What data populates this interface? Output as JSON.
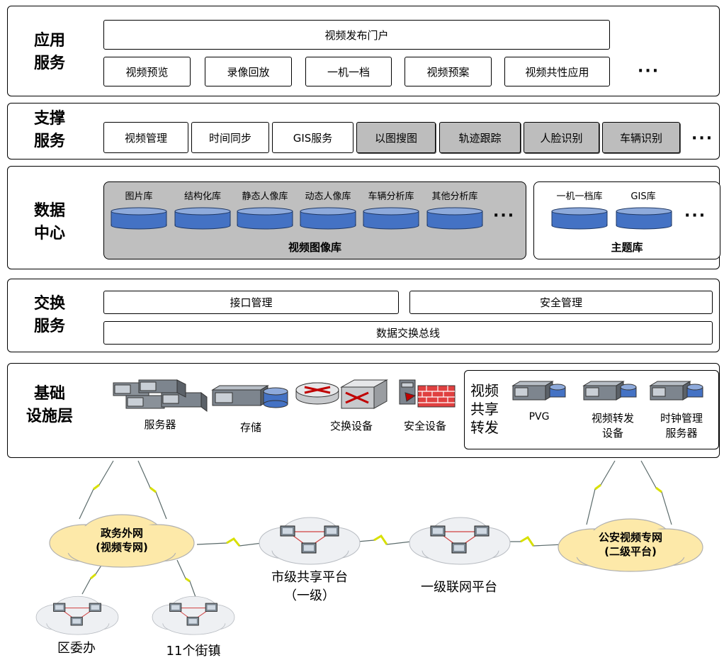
{
  "layers": {
    "app": {
      "label": "应用\n服务",
      "portal": "视频发布门户",
      "items": [
        "视频预览",
        "录像回放",
        "一机一档",
        "视频预案",
        "视频共性应用"
      ],
      "more": "···"
    },
    "support": {
      "label": "支撑\n服务",
      "items": [
        "视频管理",
        "时间同步",
        "GIS服务",
        "以图搜图",
        "轨迹跟踪",
        "人脸识别",
        "车辆识别"
      ],
      "more": "···"
    },
    "data": {
      "label": "数据\n中心",
      "video_lib": {
        "title": "视频图像库",
        "dbs": [
          "图片库",
          "结构化库",
          "静态人像库",
          "动态人像库",
          "车辆分析库",
          "其他分析库"
        ],
        "more": "···"
      },
      "theme_lib": {
        "title": "主题库",
        "dbs": [
          "一机一档库",
          "GIS库"
        ],
        "more": "···"
      }
    },
    "exchange": {
      "label": "交换\n服务",
      "interface": "接口管理",
      "security": "安全管理",
      "bus": "数据交换总线"
    },
    "infra": {
      "label": "基础\n设施层",
      "devices": [
        "服务器",
        "存储",
        "交换设备",
        "安全设备"
      ],
      "share": {
        "title": "视频\n共享\n转发",
        "devices": [
          "PVG",
          "视频转发\n设备",
          "时钟管理\n服务器"
        ]
      }
    }
  },
  "network": {
    "gov_cloud": "政务外网\n(视频专网)",
    "police_cloud": "公安视频专网\n(二级平台)",
    "city_platform": "市级共享平台\n（一级）",
    "level1_platform": "一级联网平台",
    "district_office": "区委办",
    "streets": "11个街镇"
  },
  "colors": {
    "db_blue": "#4472c4",
    "gray_panel": "#bfbfbf",
    "cloud_yellow": "#fde9a9",
    "cloud_gray": "#eef0f3",
    "lightning": "#d8e000"
  }
}
